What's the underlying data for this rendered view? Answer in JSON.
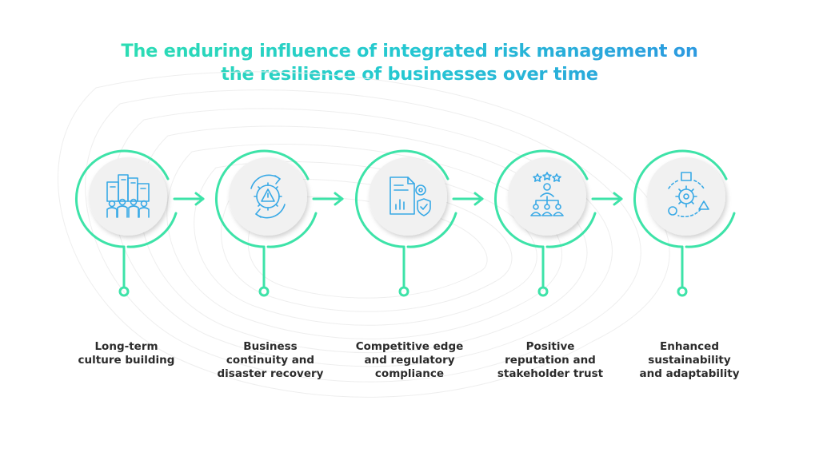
{
  "title": {
    "line1": "The enduring influence of integrated risk management on",
    "line2": "the resilience of businesses over time"
  },
  "steps": [
    {
      "icon": "team-buildings-icon",
      "label_lines": [
        "Long-term",
        "culture building"
      ]
    },
    {
      "icon": "warning-gear-cycle-icon",
      "label_lines": [
        "Business",
        "continuity and",
        "disaster recovery"
      ]
    },
    {
      "icon": "document-chart-shield-icon",
      "label_lines": [
        "Competitive edge",
        "and regulatory",
        "compliance"
      ]
    },
    {
      "icon": "star-hierarchy-icon",
      "label_lines": [
        "Positive",
        "reputation and",
        "stakeholder trust"
      ]
    },
    {
      "icon": "gear-shapes-cycle-icon",
      "label_lines": [
        "Enhanced",
        "sustainability",
        "and adaptability"
      ]
    }
  ],
  "colors": {
    "accent": "#3de3a8",
    "icon_stroke": "#38a9e6",
    "circle_fill": "#f1f1f1",
    "text": "#2b2b2b"
  }
}
